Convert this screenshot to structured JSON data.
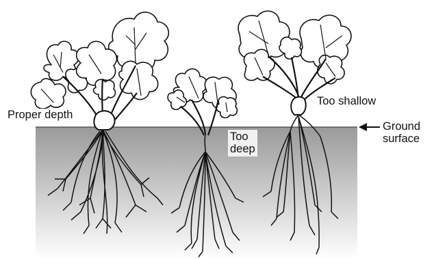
{
  "diagram": {
    "labels": {
      "proper_depth": "Proper depth",
      "too_shallow": "Too shallow",
      "too_deep_line1": "Too",
      "too_deep_line2": "deep",
      "ground_line1": "Ground",
      "ground_line2": "surface"
    },
    "colors": {
      "soil_top": "#9a9a9a",
      "soil_bottom": "#ffffff",
      "ink": "#111111"
    },
    "icons": [
      "plant-proper-depth",
      "plant-too-deep",
      "plant-too-shallow",
      "arrow-left-icon"
    ]
  }
}
